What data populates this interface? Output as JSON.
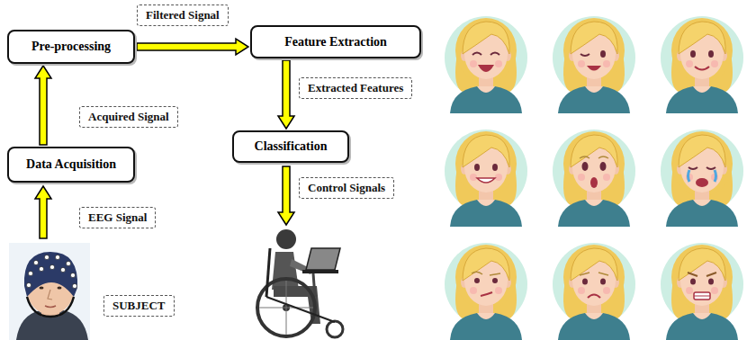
{
  "diagram": {
    "nodes": [
      {
        "text": [
          "Pre-processing"
        ]
      },
      {
        "text": [
          "Feature Extraction"
        ]
      },
      {
        "text": [
          "Data Acquisition"
        ]
      },
      {
        "text": [
          "Classification"
        ]
      }
    ],
    "edges": [
      {
        "from": 2,
        "to": 0,
        "arrow": "to",
        "label": "Acquired Signal"
      },
      {
        "from": 0,
        "to": 1,
        "arrow": "to",
        "label": "Filtered Signal"
      },
      {
        "from": 1,
        "to": 3,
        "arrow": "to",
        "label": "Extracted Features"
      }
    ],
    "labels": [
      "EEG Signal",
      "SUBJECT",
      "Control Signals"
    ]
  }
}
